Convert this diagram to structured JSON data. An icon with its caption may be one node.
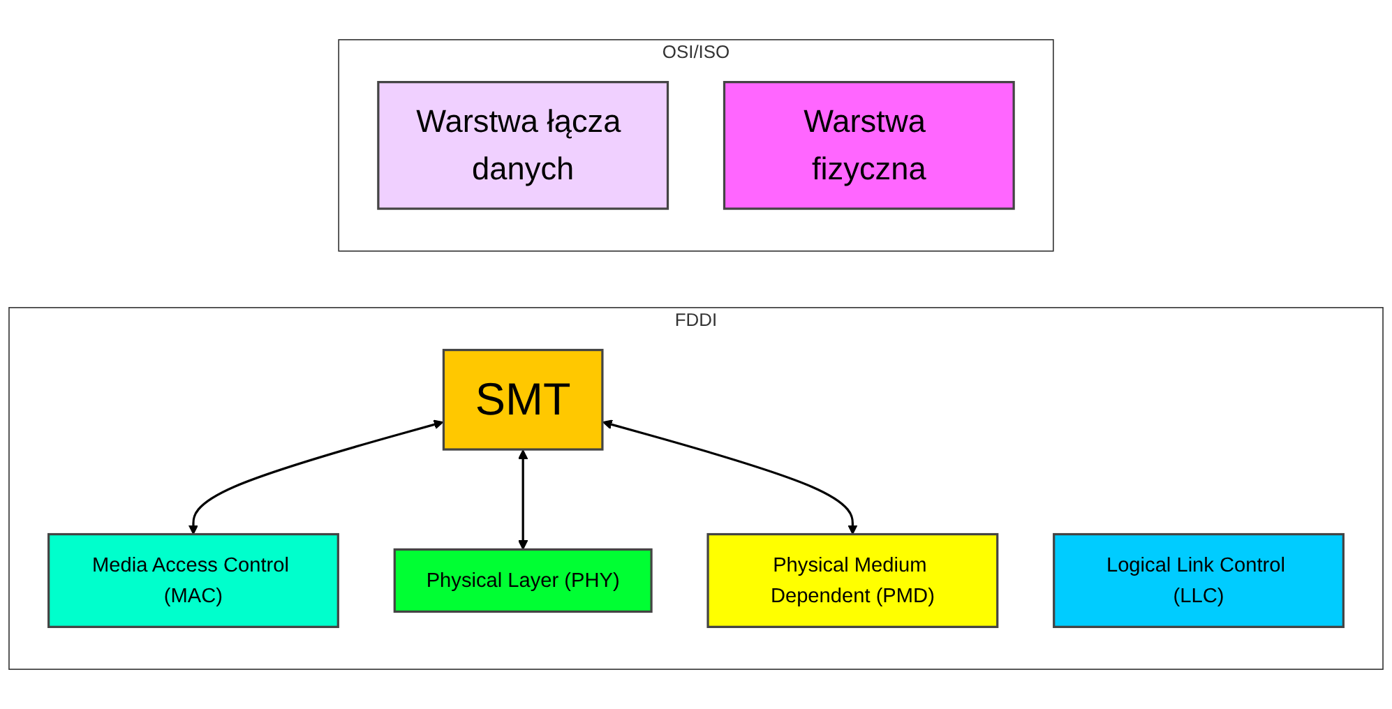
{
  "diagram": {
    "nodes": [
      {
        "text": [
          "FDDI"
        ]
      },
      {
        "text": [
          "SMT"
        ],
        "in": 0
      },
      {
        "text": [
          "Logical Link Control (LLC)"
        ],
        "in": 0
      },
      {
        "text": [
          "Media Access Control (MAC)"
        ],
        "in": 0
      },
      {
        "text": [
          "Physical Layer (PHY)"
        ],
        "in": 0
      },
      {
        "text": [
          "Physical Medium Dependent (PMD)"
        ],
        "in": 0
      },
      {
        "text": [
          "OSI/ISO"
        ]
      },
      {
        "text": [
          "Warstwa łącza danych"
        ],
        "in": 6
      },
      {
        "text": [
          "Warstwa fizyczna"
        ],
        "in": 6
      }
    ],
    "edges": [
      {
        "from": 1,
        "to": 3,
        "arrow": "both"
      },
      {
        "from": 1,
        "to": 4,
        "arrow": "both"
      },
      {
        "from": 1,
        "to": 5,
        "arrow": "both"
      }
    ]
  }
}
